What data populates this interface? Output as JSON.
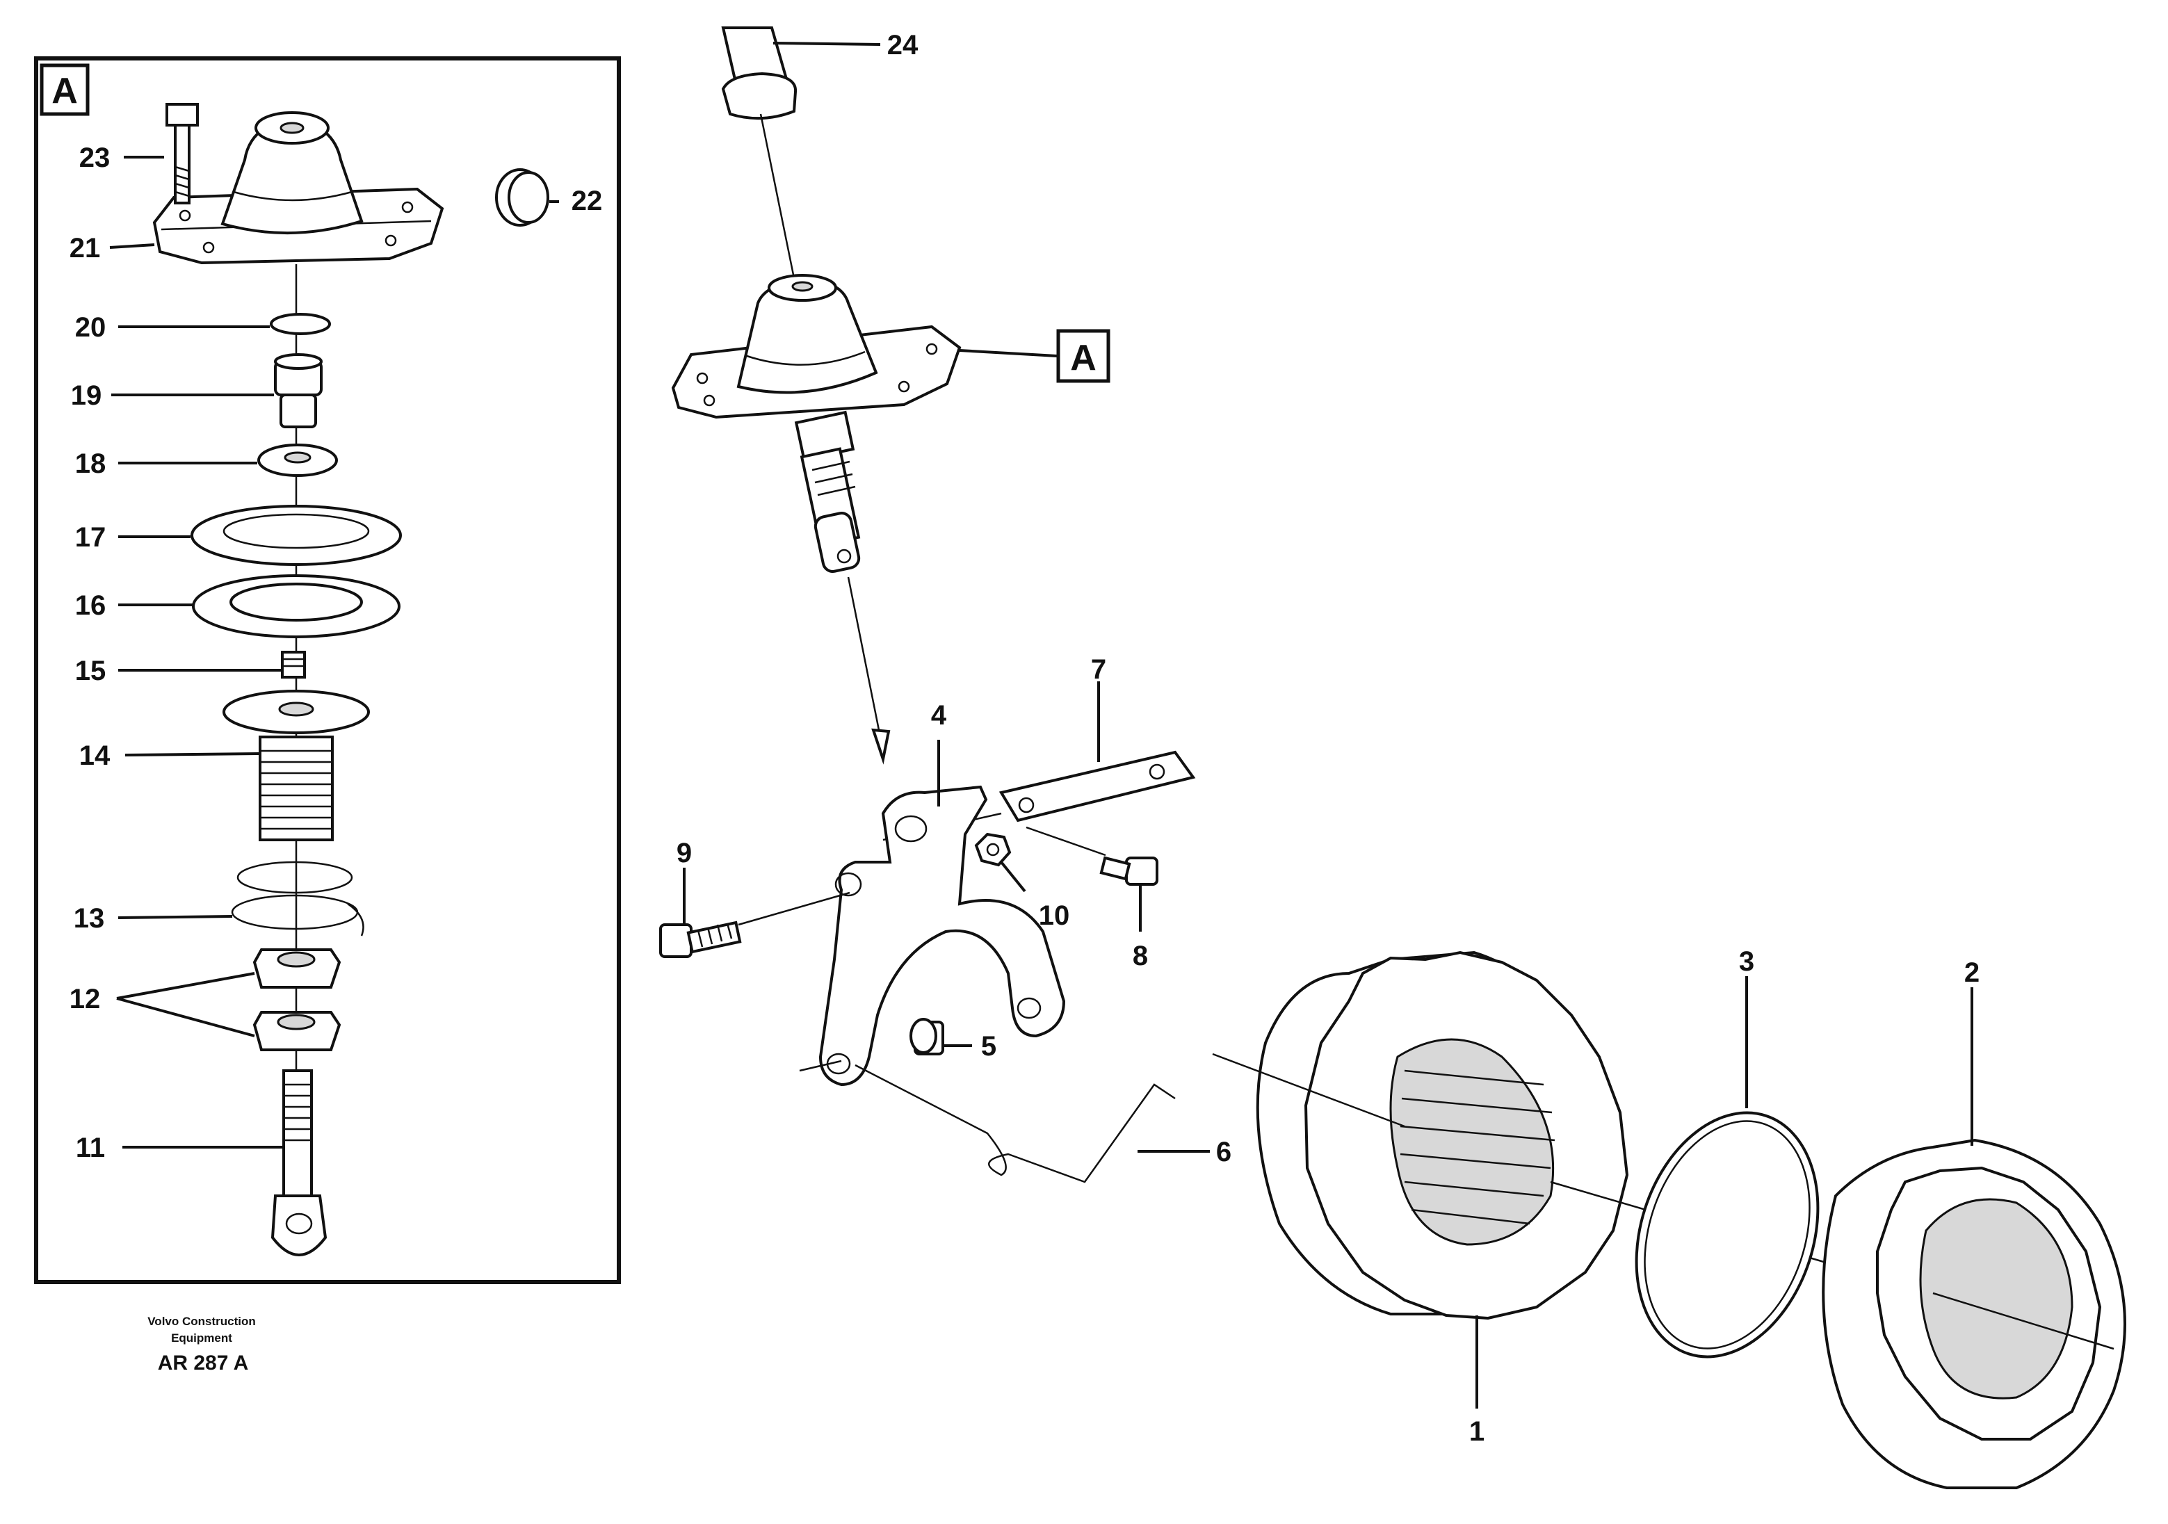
{
  "callouts": [
    {
      "id": "p1",
      "text": "1"
    },
    {
      "id": "p2",
      "text": "2"
    },
    {
      "id": "p3",
      "text": "3"
    },
    {
      "id": "p4",
      "text": "4"
    },
    {
      "id": "p5",
      "text": "5"
    },
    {
      "id": "p6",
      "text": "6"
    },
    {
      "id": "p7",
      "text": "7"
    },
    {
      "id": "p8",
      "text": "8"
    },
    {
      "id": "p9",
      "text": "9"
    },
    {
      "id": "p10",
      "text": "10"
    },
    {
      "id": "p11",
      "text": "11"
    },
    {
      "id": "p12",
      "text": "12"
    },
    {
      "id": "p13",
      "text": "13"
    },
    {
      "id": "p14",
      "text": "14"
    },
    {
      "id": "p15",
      "text": "15"
    },
    {
      "id": "p16",
      "text": "16"
    },
    {
      "id": "p17",
      "text": "17"
    },
    {
      "id": "p18",
      "text": "18"
    },
    {
      "id": "p19",
      "text": "19"
    },
    {
      "id": "p20",
      "text": "20"
    },
    {
      "id": "p21",
      "text": "21"
    },
    {
      "id": "p22",
      "text": "22"
    },
    {
      "id": "p23",
      "text": "23"
    },
    {
      "id": "p24",
      "text": "24"
    }
  ],
  "detail_box": {
    "label": "A"
  },
  "detail_ref": {
    "label": "A"
  },
  "footer": {
    "brand_line1": "Volvo Construction",
    "brand_line2": "Equipment",
    "drawing_ref": "AR 287 A"
  }
}
